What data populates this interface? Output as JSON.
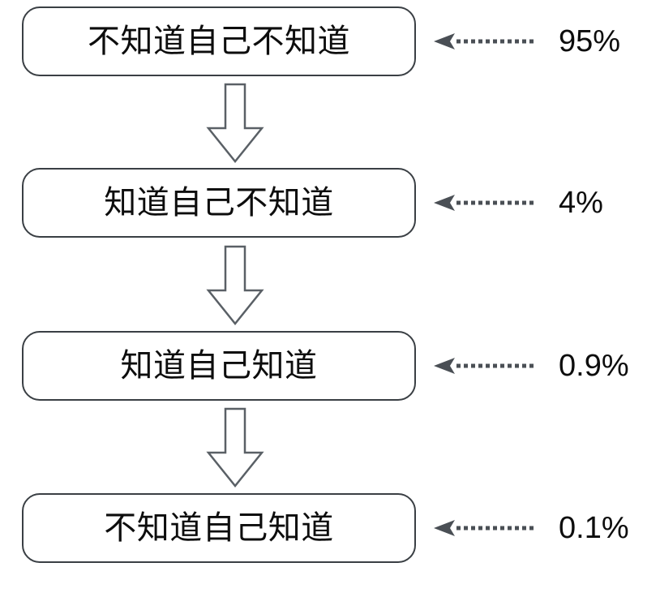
{
  "diagram": {
    "type": "flow",
    "title": "",
    "orientation": "vertical",
    "stages": [
      {
        "label": "不知道自己不知道",
        "percent": "95%",
        "connector_icon": "dotted-left-arrow-icon"
      },
      {
        "label": "知道自己不知道",
        "percent": "4%",
        "connector_icon": "dotted-left-arrow-icon"
      },
      {
        "label": "知道自己知道",
        "percent": "0.9%",
        "connector_icon": "dotted-left-arrow-icon"
      },
      {
        "label": "不知道自己知道",
        "percent": "0.1%",
        "connector_icon": "dotted-left-arrow-icon"
      }
    ],
    "flow_arrow_icon": "hollow-down-arrow-icon",
    "colors": {
      "box_border": "#3a3f44",
      "text": "#0d0d0d",
      "background": "#ffffff",
      "connector": "#4a4f55",
      "flow_arrow_stroke": "#5a6066"
    }
  },
  "chart_data": {
    "type": "bar",
    "categories": [
      "不知道自己不知道",
      "知道自己不知道",
      "知道自己知道",
      "不知道自己知道"
    ],
    "values": [
      95,
      4,
      0.9,
      0.1
    ],
    "title": "",
    "xlabel": "",
    "ylabel": "",
    "ylim": [
      0,
      100
    ]
  }
}
